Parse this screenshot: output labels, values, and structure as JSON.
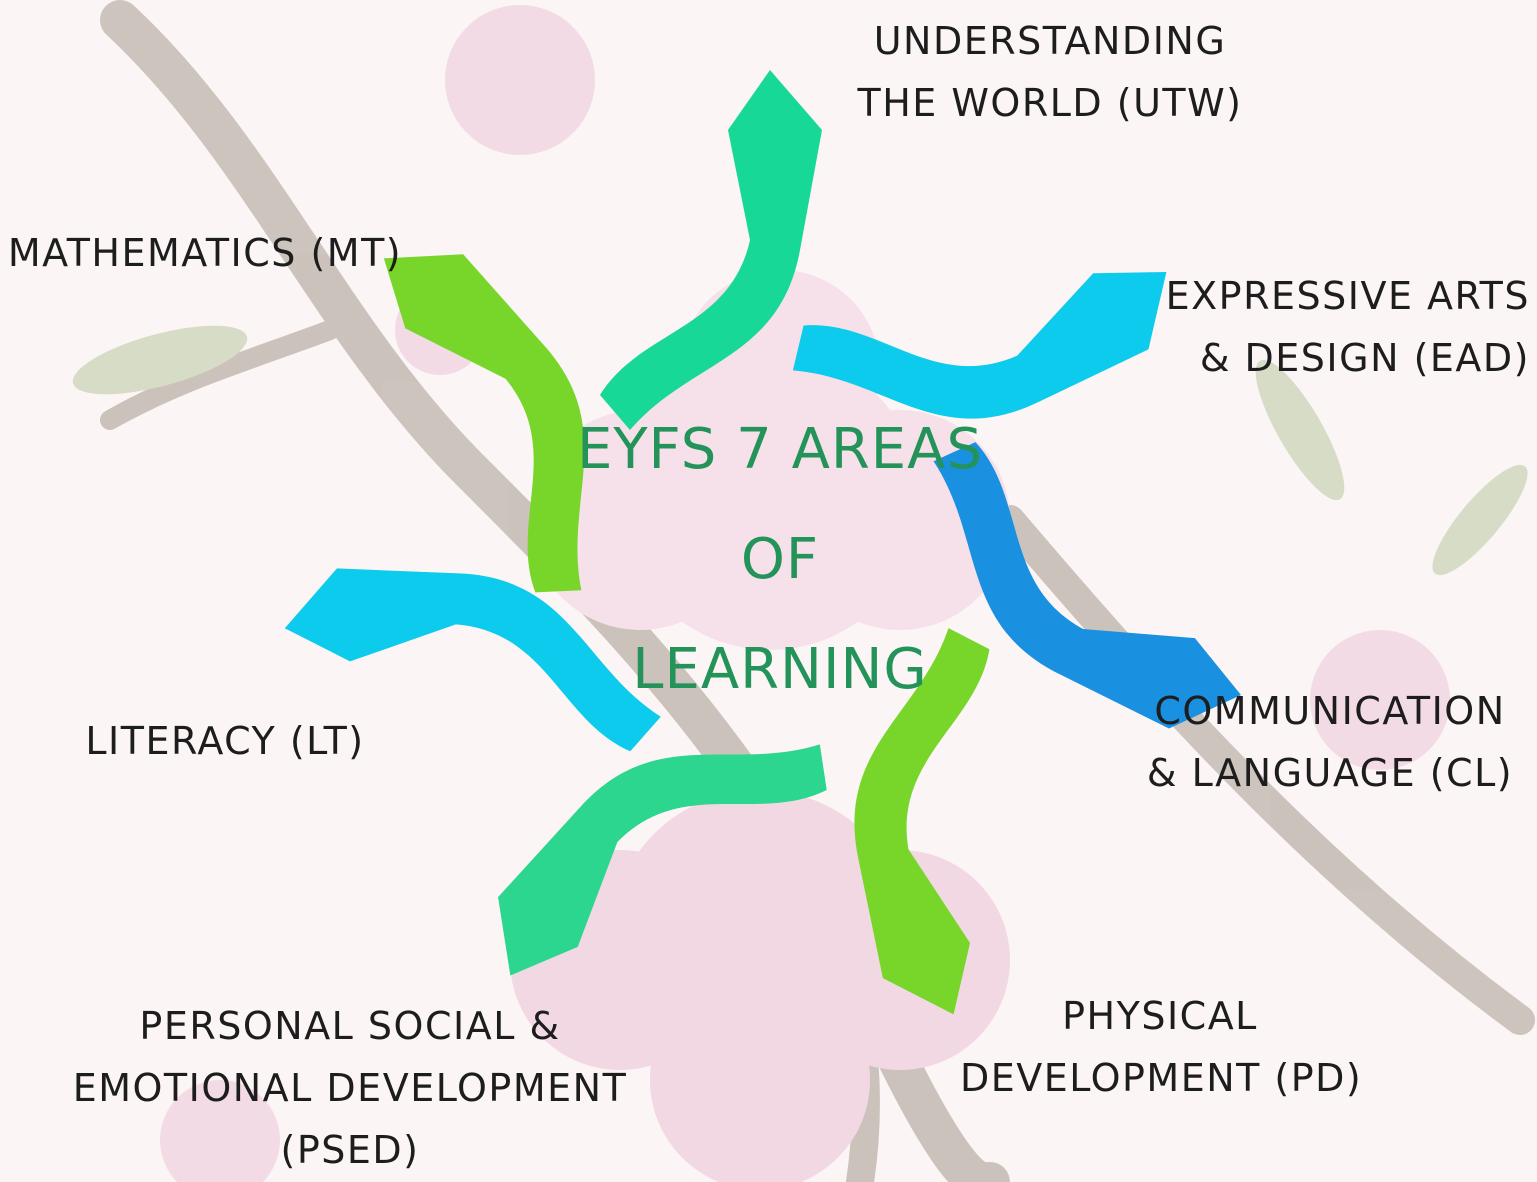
{
  "center": {
    "line1": "EYFS 7 AREAS",
    "line2": "OF",
    "line3": "LEARNING"
  },
  "areas": [
    {
      "line1": "UNDERSTANDING",
      "line2": "THE  WORLD (UTW)",
      "color": "#18d898"
    },
    {
      "line1": "EXPRESSIVE ARTS",
      "line2": "& DESIGN (EAD)",
      "color": "#0ccbec"
    },
    {
      "line1": "COMMUNICATION",
      "line2": "& LANGUAGE (CL)",
      "color": "#1a90e0"
    },
    {
      "line1": "PHYSICAL",
      "line2": "DEVELOPMENT (PD)",
      "color": "#78d62a"
    },
    {
      "line1": "PERSONAL SOCIAL &",
      "line2": "EMOTIONAL DEVELOPMENT",
      "line3": "(PSED)",
      "color": "#2dd68e"
    },
    {
      "line1": "LITERACY (LT)",
      "color": "#0ccbec"
    },
    {
      "line1": "MATHEMATICS (MT)",
      "color": "#78d62a"
    }
  ]
}
